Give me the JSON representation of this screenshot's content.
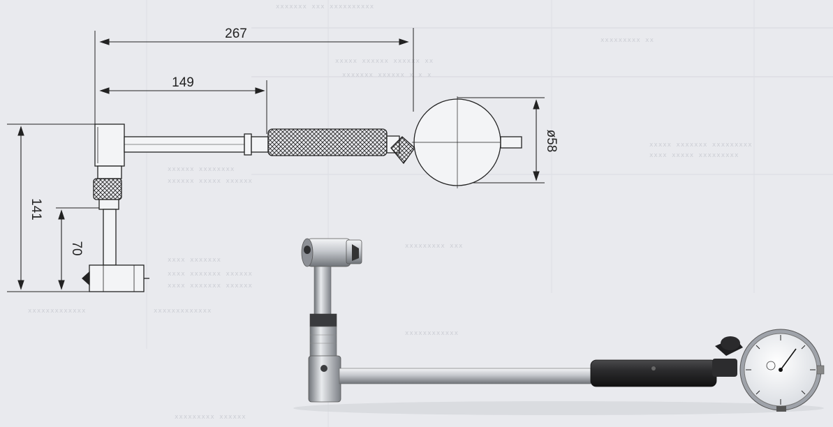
{
  "dimensions": {
    "overall_length": "267",
    "arm_length": "149",
    "total_height": "141",
    "lower_height": "70",
    "dial_diameter": "ø58"
  },
  "colors": {
    "paper": "#e9eaee",
    "ink": "#222222",
    "steel": "#b9bcc2",
    "grip": "#2a2a2a"
  }
}
